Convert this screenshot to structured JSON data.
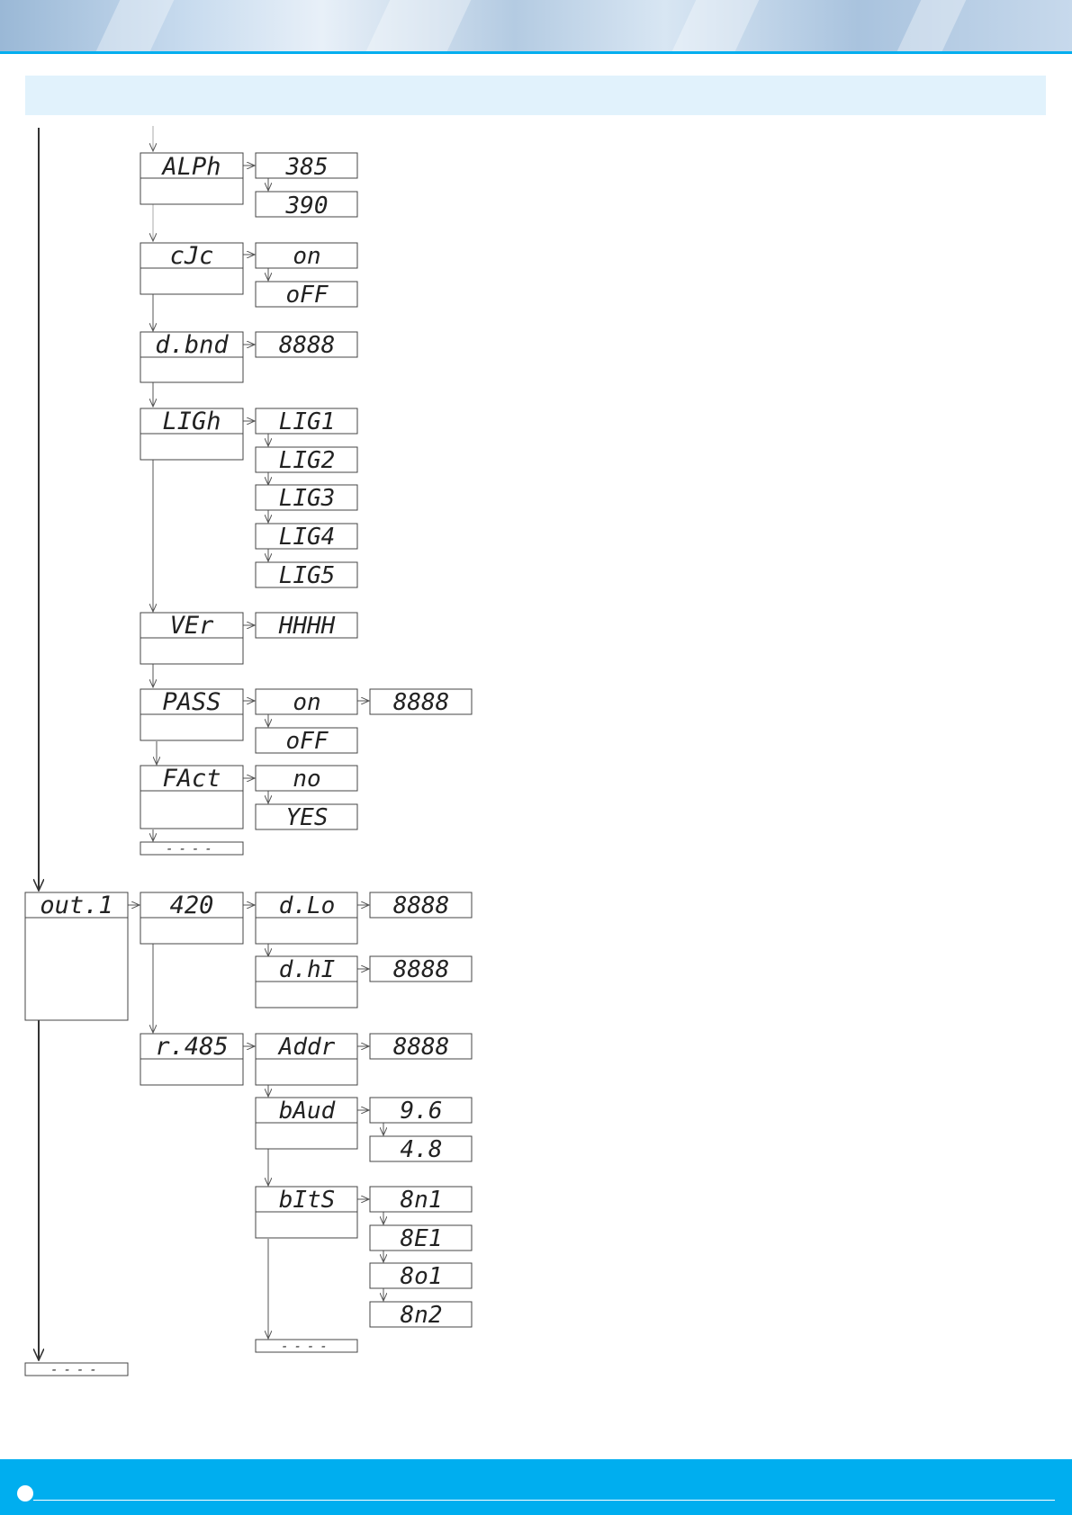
{
  "colors": {
    "accent": "#00aeef",
    "band": "#e1f2fc",
    "line": "#444444"
  },
  "menu": {
    "alph": {
      "label": "ALPh",
      "options": [
        "385",
        "390"
      ]
    },
    "cjc": {
      "label": "cJc",
      "options": [
        "on",
        "oFF"
      ]
    },
    "dbnd": {
      "label": "d.bnd",
      "value": "8888"
    },
    "ligh": {
      "label": "LIGh",
      "options": [
        "LIG1",
        "LIG2",
        "LIG3",
        "LIG4",
        "LIG5"
      ]
    },
    "ver": {
      "label": "VEr",
      "value": "HHHH"
    },
    "pass": {
      "label": "PASS",
      "on": "on",
      "on_value": "8888",
      "off": "oFF"
    },
    "fact": {
      "label": "FAct",
      "options": [
        "no",
        "YES"
      ]
    },
    "end1": "----",
    "out1": {
      "label": "out.1",
      "mode_420": {
        "label": "420",
        "dlo": "d.Lo",
        "dlo_value": "8888",
        "dhi": "d.hI",
        "dhi_value": "8888"
      },
      "r485": {
        "label": "r.485",
        "addr": "Addr",
        "addr_value": "8888",
        "baud": "bAud",
        "baud_options": [
          "9.6",
          "4.8"
        ],
        "bits": "bItS",
        "bits_options": [
          "8n1",
          "8E1",
          "8o1",
          "8n2"
        ],
        "end": "----"
      }
    },
    "end_main": "----"
  }
}
